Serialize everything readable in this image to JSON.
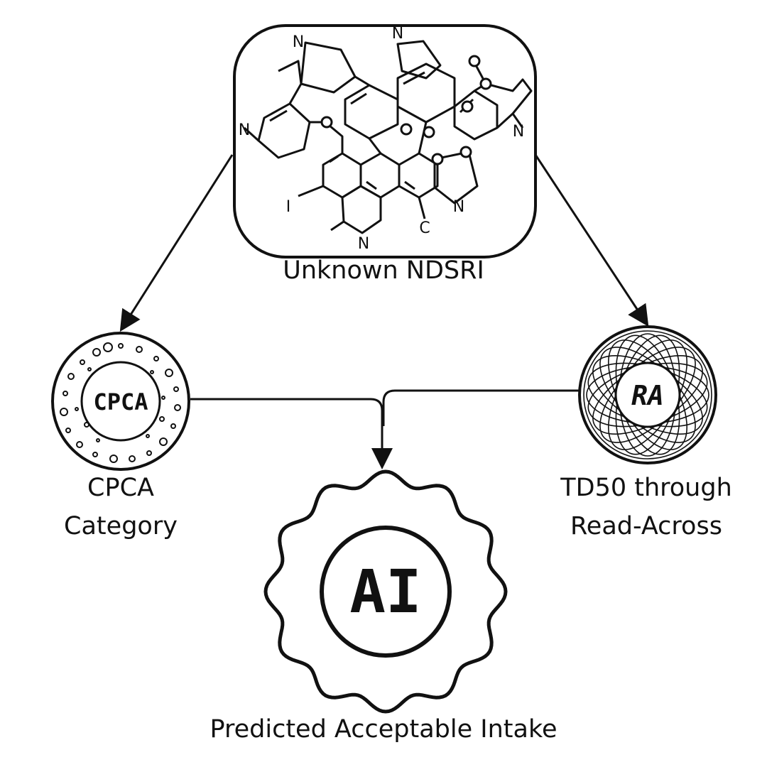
{
  "nodes": {
    "ndsri": {
      "label": "Unknown NDSRI",
      "atom_labels": [
        "N",
        "N",
        "N",
        "N",
        "N",
        "N",
        "I",
        "C"
      ]
    },
    "cpca": {
      "badge": "CPCA",
      "label_lines": [
        "CPCA",
        "Category"
      ]
    },
    "read_across": {
      "badge": "RA",
      "label_lines": [
        "TD50 through",
        "Read-Across"
      ]
    },
    "acceptable_intake": {
      "badge": "AI",
      "label": "Predicted Acceptable Intake"
    }
  },
  "colors": {
    "ink": "#111111",
    "background": "#ffffff"
  }
}
